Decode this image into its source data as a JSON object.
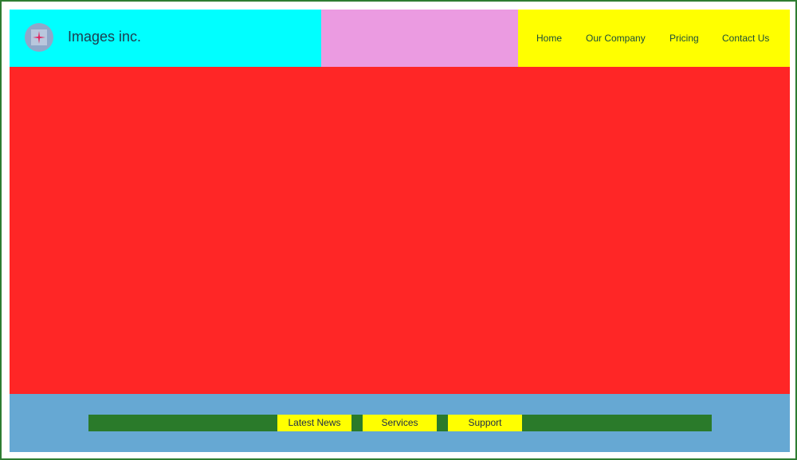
{
  "header": {
    "brand": "Images inc.",
    "logo_icon": "compass-star-icon"
  },
  "nav": {
    "items": [
      {
        "label": "Home"
      },
      {
        "label": "Our Company"
      },
      {
        "label": "Pricing"
      },
      {
        "label": "Contact Us"
      }
    ]
  },
  "footer": {
    "links": [
      {
        "label": "Latest News"
      },
      {
        "label": "Services"
      },
      {
        "label": "Support"
      }
    ]
  },
  "colors": {
    "header_left": "#00ffff",
    "header_middle": "#eb9be1",
    "header_right": "#ffff00",
    "hero": "#ff2626",
    "footer": "#66a8d3",
    "footer_bar": "#2a7a2a",
    "footer_link": "#ffff00",
    "frame_border": "#2e7d32"
  }
}
